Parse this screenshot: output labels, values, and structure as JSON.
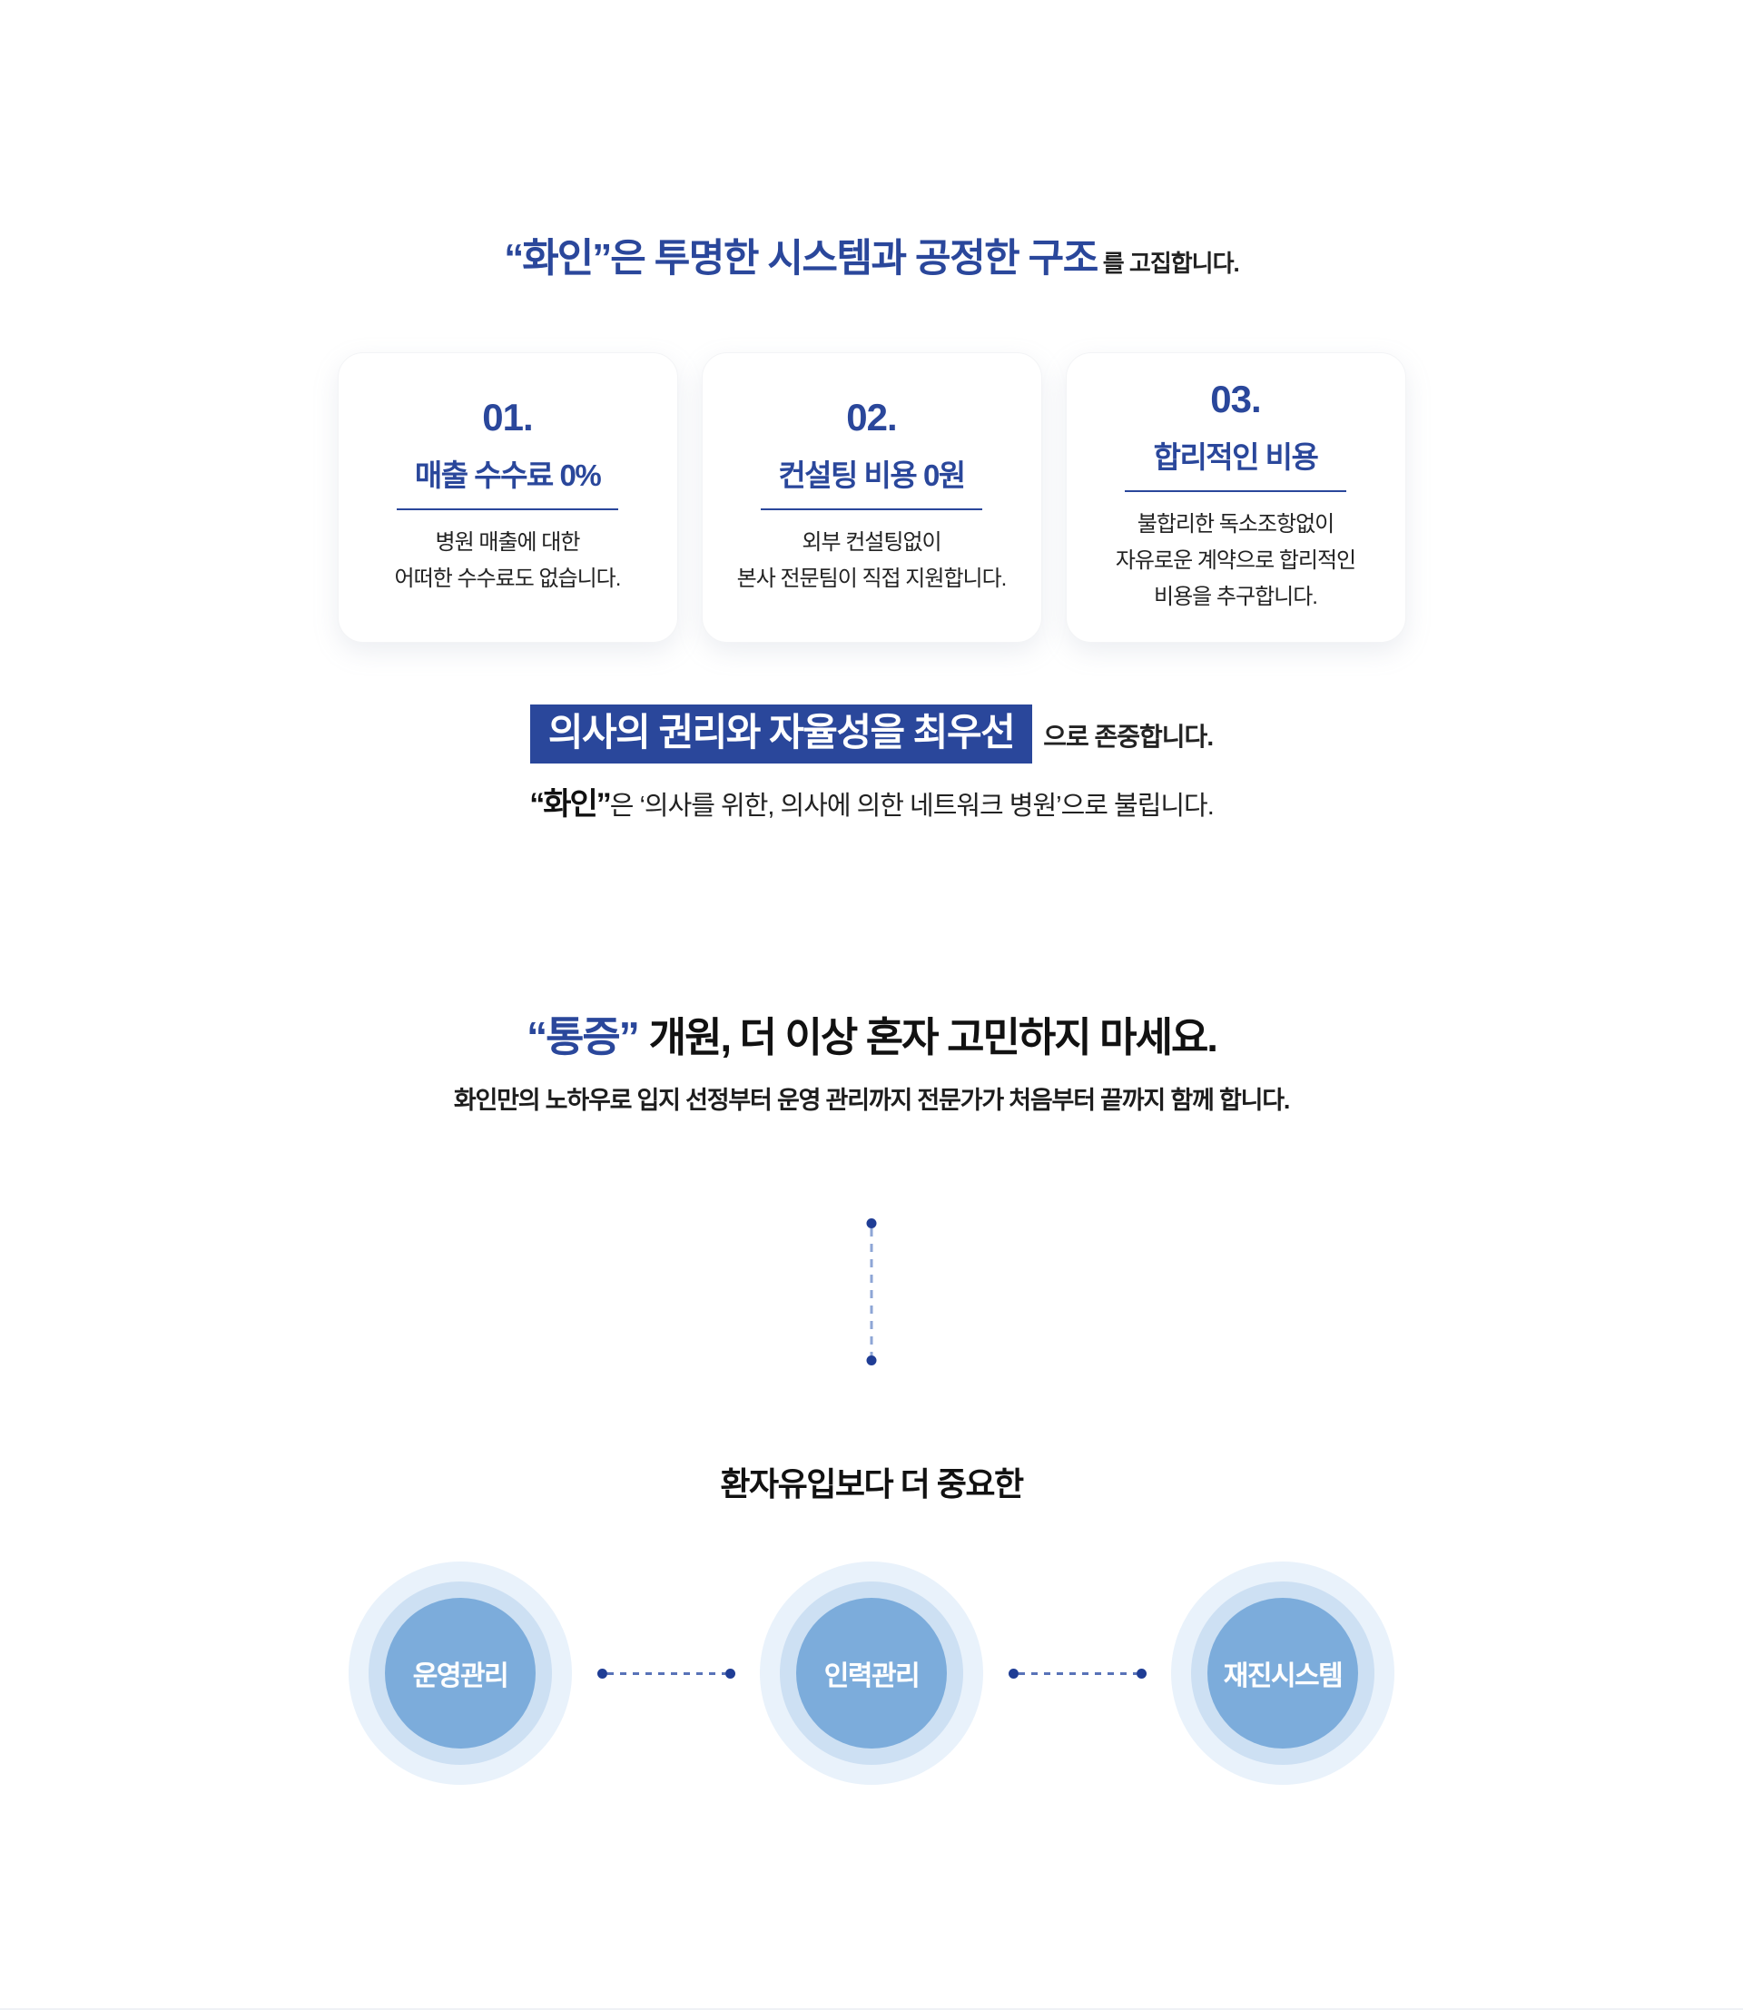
{
  "intro": {
    "title": {
      "brand": "“화인”",
      "rest": "은 투명한 시스템과 공정한 구조",
      "suffix": "를 고집합니다."
    },
    "cards": [
      {
        "number": "01.",
        "title": "매출 수수료 0%",
        "lines": [
          "병원 매출에 대한",
          "어떠한 수수료도 없습니다."
        ]
      },
      {
        "number": "02.",
        "title": "컨설팅 비용 0원",
        "lines": [
          "외부 컨설팅없이",
          "본사 전문팀이  직접 지원합니다."
        ]
      },
      {
        "number": "03.",
        "title": "합리적인 비용",
        "lines": [
          "불합리한 독소조항없이",
          "자유로운 계약으로 합리적인",
          "비용을 추구합니다."
        ]
      }
    ]
  },
  "priority": {
    "highlight": "의사의 권리와 자율성을 최우선",
    "suffix": "으로 존중합니다.",
    "sub": {
      "brand": "“화인”",
      "rest": "은 ‘의사를 위한, 의사에 의한 네트워크 병원’으로 불립니다."
    }
  },
  "pain": {
    "keyword": "“통증”",
    "rest": "개원, 더 이상 혼자 고민하지 마세요.",
    "sub": "화인만의 노하우로 입지 선정부터 운영 관리까지 전문가가 처음부터 끝까지 함께 합니다."
  },
  "management": {
    "heading": "환자유입보다 더 중요한",
    "items": [
      {
        "label": "운영관리"
      },
      {
        "label": "인력관리"
      },
      {
        "label": "재진시스템"
      }
    ]
  },
  "colors": {
    "navy": "#2a479b",
    "circle_fill": "#7cacdb",
    "ring_mid": "#cde0f3",
    "ring_outer": "#e9f2fb"
  }
}
